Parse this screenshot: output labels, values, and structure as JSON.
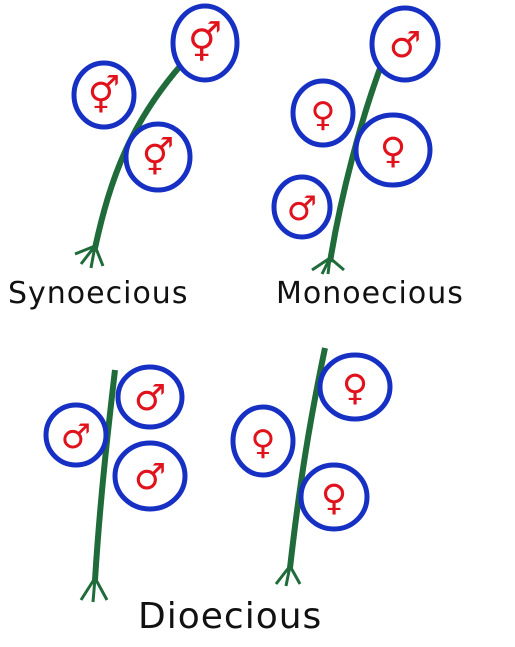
{
  "labels": {
    "synoecious": "Synoecious",
    "monoecious": "Monoecious",
    "dioecious": "Dioecious"
  },
  "symbols": {
    "male": "♂",
    "female": "♀",
    "bisexual": "⚥"
  },
  "colors": {
    "stem": "#1f6b3a",
    "circle": "#1730c4",
    "symbol": "#e0121c",
    "text": "#111111"
  },
  "flowers": {
    "synoecious": [
      "bisexual",
      "bisexual",
      "bisexual"
    ],
    "monoecious": [
      "male",
      "female",
      "female",
      "male"
    ],
    "dioecious_male_plant": [
      "male",
      "male",
      "male"
    ],
    "dioecious_female_plant": [
      "female",
      "female",
      "female"
    ]
  }
}
